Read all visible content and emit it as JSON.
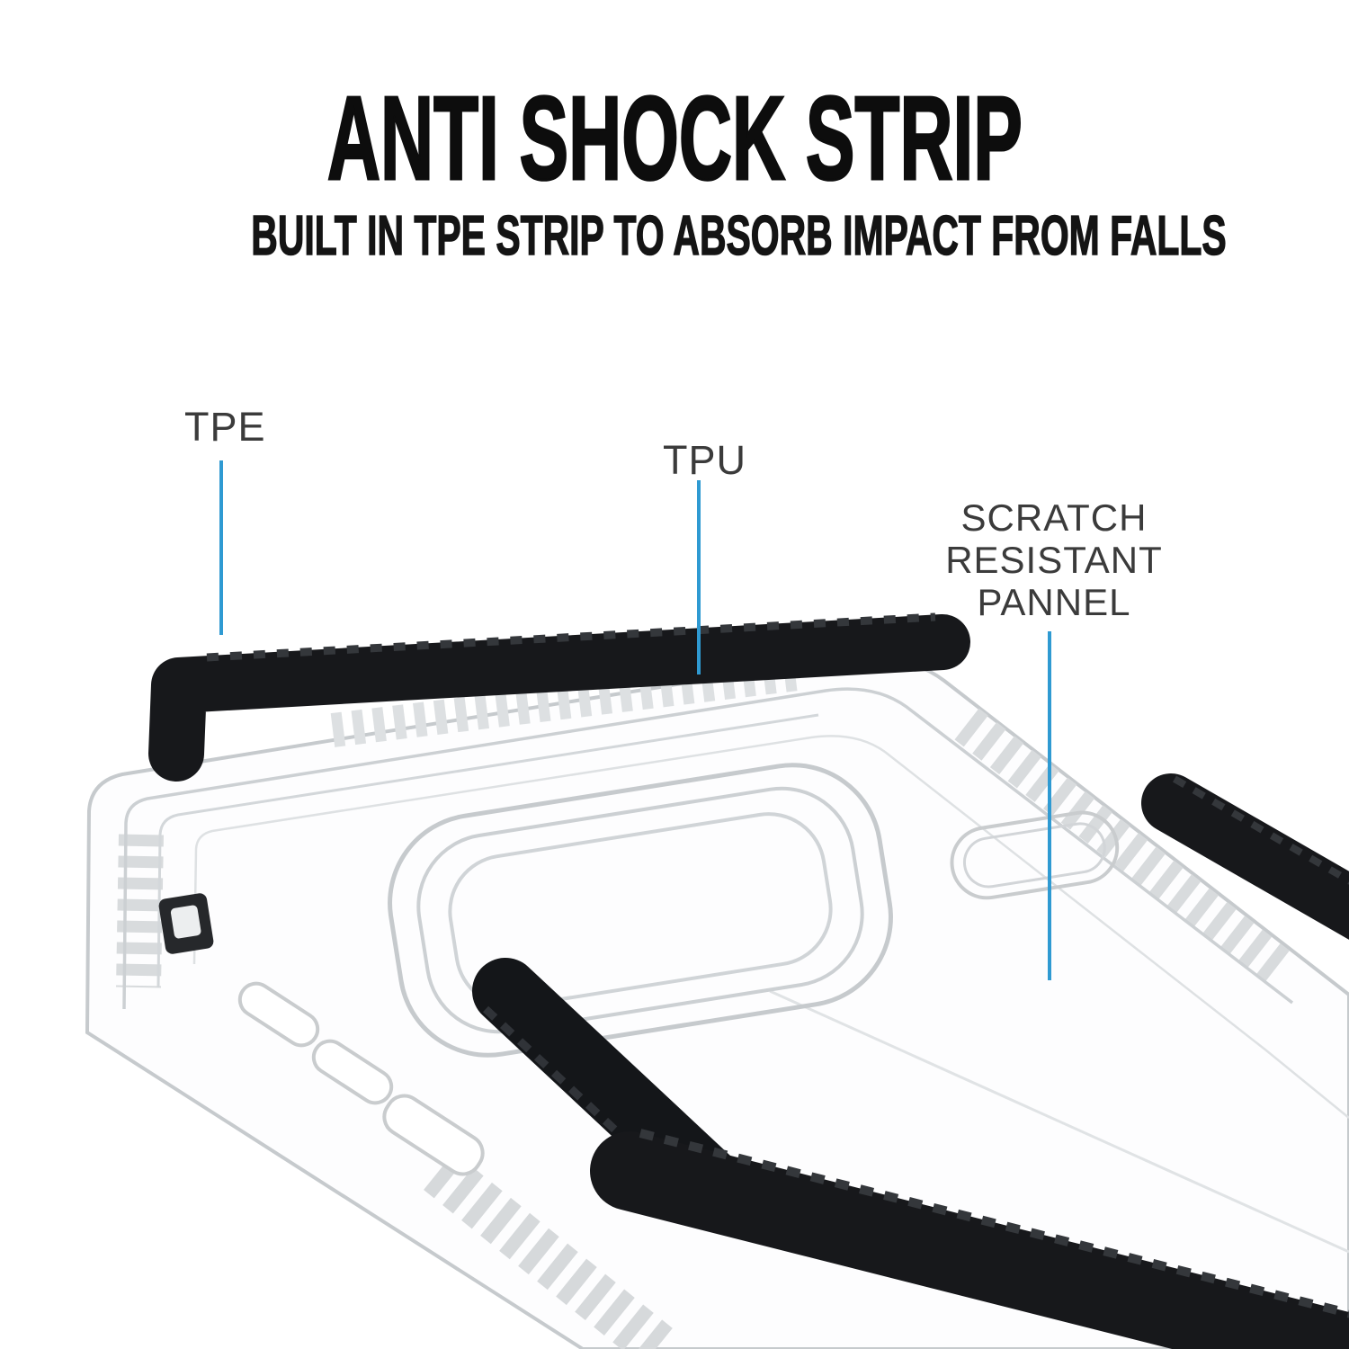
{
  "header": {
    "title": "ANTI SHOCK STRIP",
    "subtitle": "BUILT IN TPE STRIP TO ABSORB IMPACT FROM FALLS"
  },
  "callouts": {
    "tpe": {
      "label": "TPE"
    },
    "tpu": {
      "label": "TPU"
    },
    "scratch": {
      "lines": [
        "SCRATCH",
        "RESISTANT",
        "PANNEL"
      ]
    }
  },
  "colors": {
    "accent_leader_line": "#2f9ad2",
    "strip_black": "#17181b",
    "heading_text": "#0d0d0d",
    "label_text": "#3b3b3b",
    "case_outline": "#c6cacd",
    "background": "#ffffff"
  }
}
